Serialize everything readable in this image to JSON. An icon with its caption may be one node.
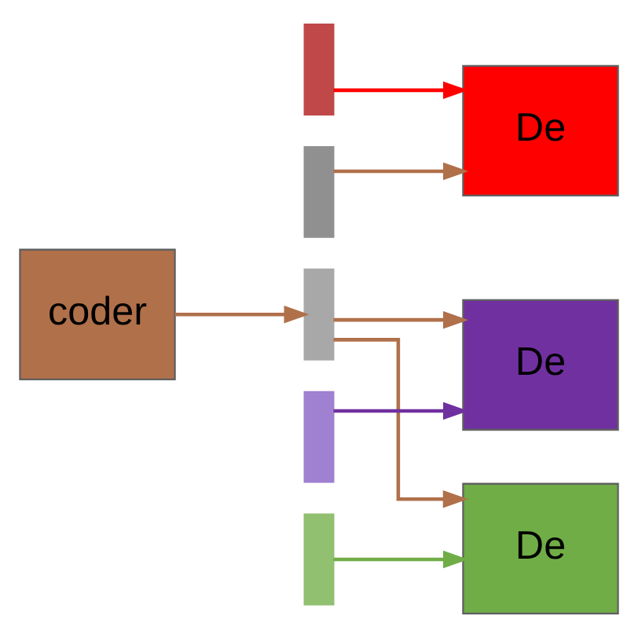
{
  "diagram": {
    "nodes": [
      {
        "text": [
          "coder"
        ]
      },
      {
        "text": [],
        "shape": "bar"
      },
      {
        "text": [],
        "shape": "bar"
      },
      {
        "text": [],
        "shape": "bar"
      },
      {
        "text": [],
        "shape": "bar"
      },
      {
        "text": [],
        "shape": "bar"
      },
      {
        "text": [
          "De"
        ]
      },
      {
        "text": [
          "De"
        ]
      },
      {
        "text": [
          "De"
        ]
      }
    ],
    "edges": [
      {
        "from": 0,
        "to": 3,
        "arrow": "to"
      },
      {
        "from": 1,
        "to": 6,
        "arrow": "to",
        "color": "#ff0000"
      },
      {
        "from": 2,
        "to": 6,
        "arrow": "to"
      },
      {
        "from": 3,
        "to": 7,
        "arrow": "to"
      },
      {
        "from": 3,
        "to": 8,
        "arrow": "to"
      },
      {
        "from": 4,
        "to": 7,
        "arrow": "to",
        "color": "#7030a0"
      },
      {
        "from": 5,
        "to": 8,
        "arrow": "to",
        "color": "#70ad47"
      }
    ]
  }
}
